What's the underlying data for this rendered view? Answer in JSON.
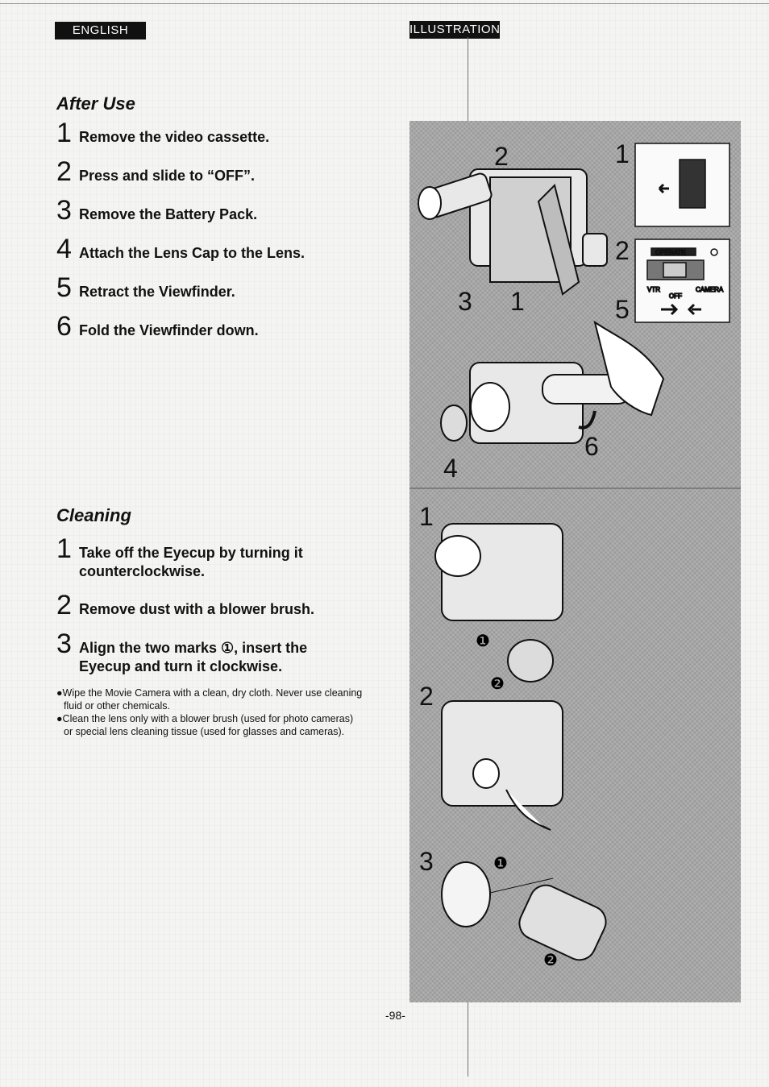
{
  "header": {
    "left_badge": "ENGLISH",
    "right_badge": "ILLUSTRATION"
  },
  "after_use": {
    "title": "After Use",
    "steps": [
      {
        "num": "1",
        "text": "Remove the video cassette."
      },
      {
        "num": "2",
        "text": "Press and slide to “OFF”."
      },
      {
        "num": "3",
        "text": "Remove the Battery Pack."
      },
      {
        "num": "4",
        "text": "Attach the Lens Cap to the Lens."
      },
      {
        "num": "5",
        "text": "Retract the Viewfinder."
      },
      {
        "num": "6",
        "text": "Fold the Viewfinder down."
      }
    ]
  },
  "cleaning": {
    "title": "Cleaning",
    "steps": [
      {
        "num": "1",
        "line1": "Take off the Eyecup by turning it",
        "line2": "counterclockwise."
      },
      {
        "num": "2",
        "line1": "Remove dust with a blower brush.",
        "line2": ""
      },
      {
        "num": "3",
        "line1": "Align the two marks ①, insert the",
        "line2": "Eyecup and turn it clockwise."
      }
    ],
    "notes": [
      "●Wipe the Movie Camera with a clean, dry cloth. Never use cleaning fluid or other chemicals.",
      "●Clean the lens only with a blower brush (used for photo cameras) or special lens cleaning tissue (used for glasses and cameras)."
    ]
  },
  "illustration": {
    "labels": [
      "2",
      "1",
      "2",
      "3",
      "1",
      "5",
      "4",
      "6",
      "1",
      "2",
      "3"
    ],
    "switch": {
      "operate": "OPERATE",
      "vtr": "VTR",
      "off": "OFF",
      "camera": "CAMERA"
    },
    "circled": [
      "❶",
      "❷",
      "❶",
      "❷"
    ]
  },
  "page_number": "-98-"
}
